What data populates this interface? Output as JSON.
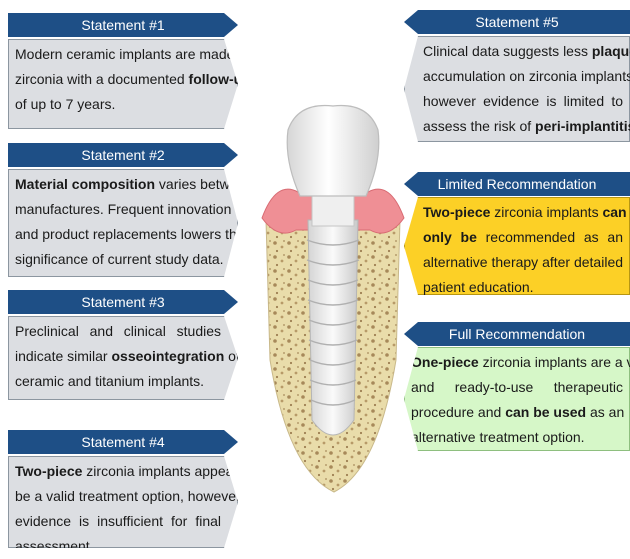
{
  "statements": [
    {
      "title": "Statement #1",
      "lines": [
        [
          {
            "t": "Modern ceramic implants are made of",
            "b": false
          }
        ],
        [
          {
            "t": "zirconia with a documented ",
            "b": false
          },
          {
            "t": "follow-up",
            "b": true
          }
        ],
        [
          {
            "t": "of up to 7 years.",
            "b": false
          }
        ]
      ]
    },
    {
      "title": "Statement #2",
      "lines": [
        [
          {
            "t": "Material composition",
            "b": true
          },
          {
            "t": " varies between",
            "b": false
          }
        ],
        [
          {
            "t": "manufactures. Frequent innovation",
            "b": false
          }
        ],
        [
          {
            "t": "and product replacements lowers the",
            "b": false
          }
        ],
        [
          {
            "t": "significance of current study data.",
            "b": false
          }
        ]
      ]
    },
    {
      "title": "Statement #3",
      "lines": [
        [
          {
            "t": "Preclinical and clinical studies",
            "b": false
          }
        ],
        [
          {
            "t": "indicate similar ",
            "b": false
          },
          {
            "t": "osseointegration",
            "b": true
          },
          {
            "t": " of",
            "b": false
          }
        ],
        [
          {
            "t": "ceramic and titanium implants.",
            "b": false
          }
        ]
      ]
    },
    {
      "title": "Statement #4",
      "lines": [
        [
          {
            "t": "Two-piece",
            "b": true
          },
          {
            "t": " zirconia implants appear to",
            "b": false
          }
        ],
        [
          {
            "t": "be a valid treatment option, however",
            "b": false
          }
        ],
        [
          {
            "t": "evidence is insufficient for final",
            "b": false
          }
        ],
        [
          {
            "t": "assessment.",
            "b": false
          }
        ]
      ]
    },
    {
      "title": "Statement #5",
      "lines": [
        [
          {
            "t": "Clinical data suggests less ",
            "b": false
          },
          {
            "t": "plaque",
            "b": true
          }
        ],
        [
          {
            "t": "accumulation on zirconia implants,",
            "b": false
          }
        ],
        [
          {
            "t": "however evidence is limited to",
            "b": false
          }
        ],
        [
          {
            "t": "assess the risk of ",
            "b": false
          },
          {
            "t": "peri-implantitis",
            "b": true
          },
          {
            "t": ".",
            "b": false
          }
        ]
      ]
    }
  ],
  "limited": {
    "title": "Limited Recommendation",
    "lines": [
      [
        {
          "t": "Two-piece",
          "b": true
        },
        {
          "t": " zirconia implants ",
          "b": false
        },
        {
          "t": "can",
          "b": true
        }
      ],
      [
        {
          "t": "only be",
          "b": true
        },
        {
          "t": " recommended as an",
          "b": false
        }
      ],
      [
        {
          "t": "alternative therapy after detailed",
          "b": false
        }
      ],
      [
        {
          "t": "patient education.",
          "b": false
        }
      ]
    ]
  },
  "full": {
    "title": "Full Recommendation",
    "lines": [
      [
        {
          "t": "One-piece",
          "b": true
        },
        {
          "t": " zirconia implants are a valid",
          "b": false
        }
      ],
      [
        {
          "t": "and ready-to-use therapeutic",
          "b": false
        }
      ],
      [
        {
          "t": "procedure and ",
          "b": false
        },
        {
          "t": "can be used",
          "b": true
        },
        {
          "t": " as an",
          "b": false
        }
      ],
      [
        {
          "t": "alternative treatment option.",
          "b": false
        }
      ]
    ]
  },
  "colors": {
    "header": "#1e4f86",
    "statement_bg": "#dcdee2",
    "limited_bg": "#fcd026",
    "full_bg": "#d6f7c8"
  }
}
